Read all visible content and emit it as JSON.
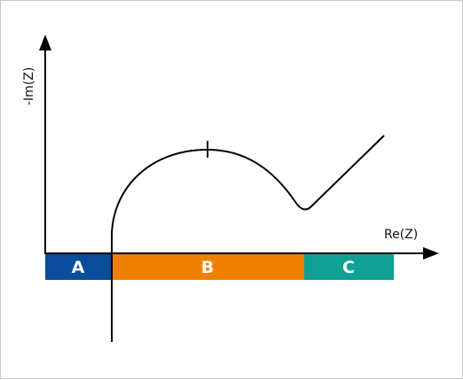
{
  "axes": {
    "x_label": "Re(Z)",
    "y_label": "-Im(Z)"
  },
  "regions": [
    {
      "label": "A",
      "color": "#0a4d9c"
    },
    {
      "label": "B",
      "color": "#f08000"
    },
    {
      "label": "C",
      "color": "#10a095"
    }
  ],
  "colors": {
    "axis": "#000000",
    "curve": "#000000",
    "frame_border": "#c8c8c8"
  }
}
